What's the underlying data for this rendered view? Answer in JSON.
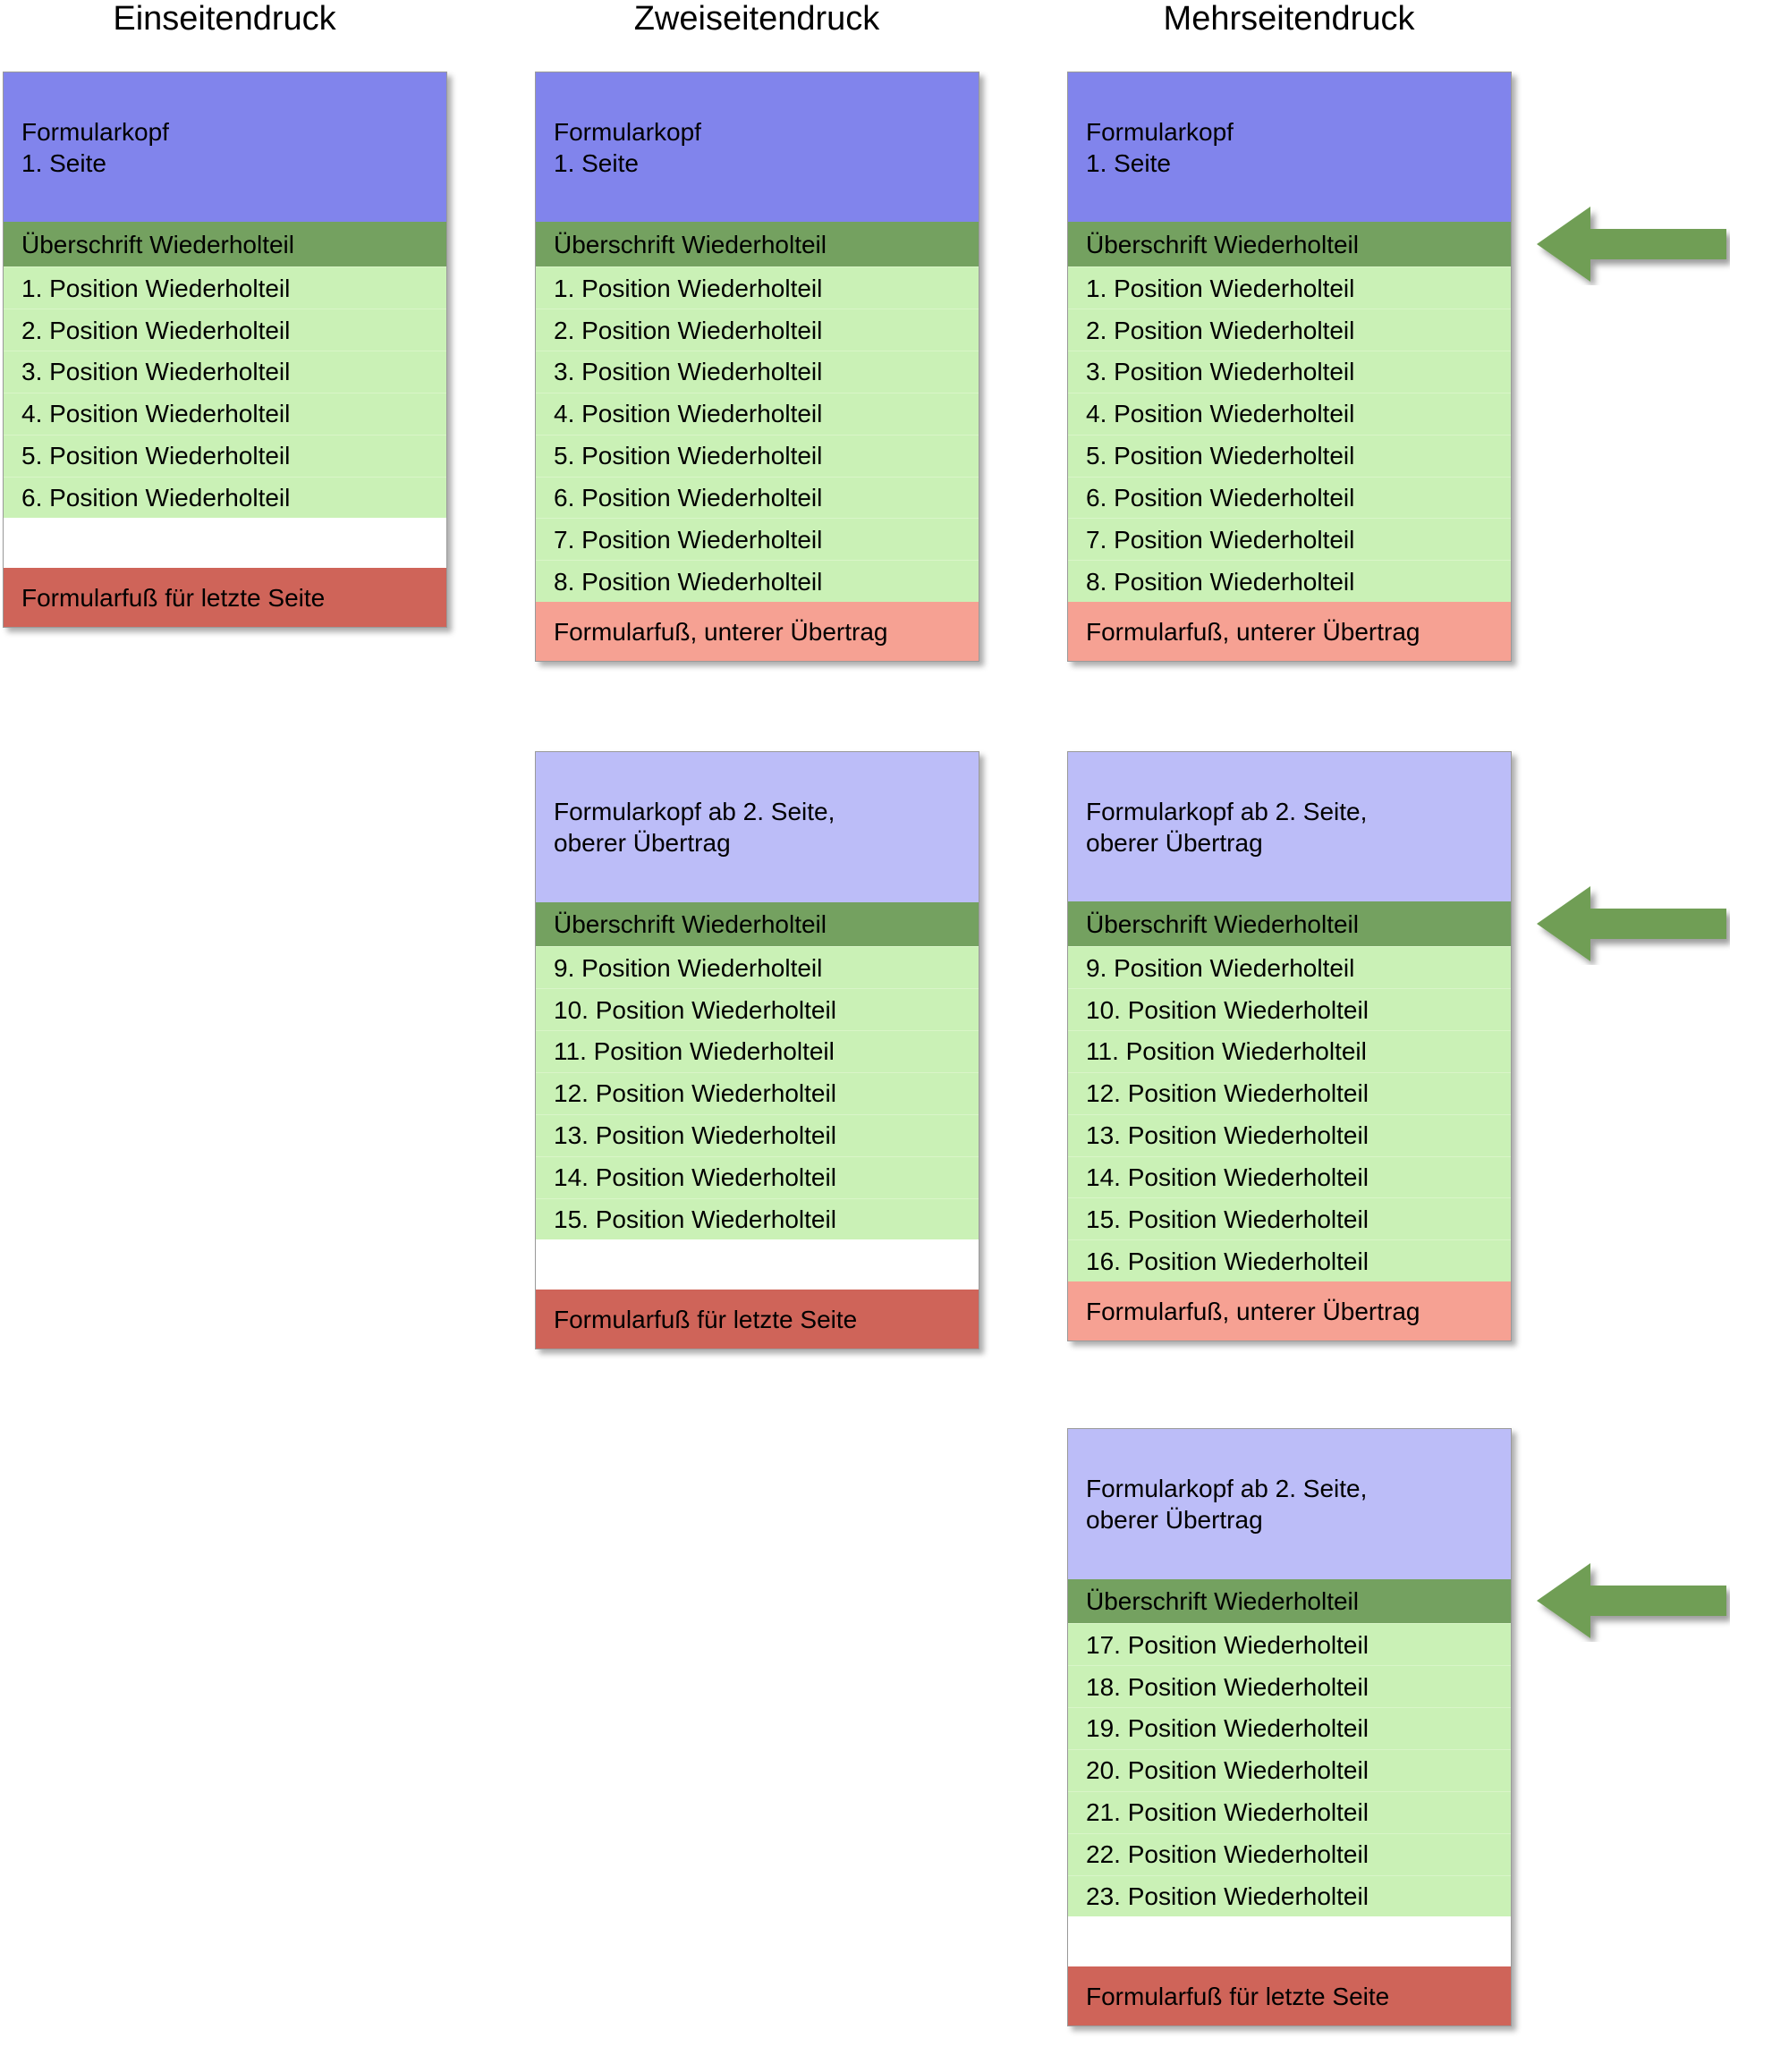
{
  "diagram": {
    "title_row": [
      {
        "label": "Einseitendruck"
      },
      {
        "label": "Zweiseitendruck"
      },
      {
        "label": "Mehrseitendruck"
      }
    ]
  },
  "labels": {
    "header_first_page": "Formularkopf\n1. Seite",
    "header_continuation": "Formularkopf ab 2. Seite,\noberer Übertrag",
    "section_heading": "Überschrift Wiederholteil",
    "footer_last_page": "Formularfuß für letzte Seite",
    "footer_carry_over": "Formularfuß, unterer Übertrag"
  },
  "colors": {
    "header_first_page": "#8184ec",
    "header_continuation": "#bcbdf8",
    "section_heading": "#74a160",
    "item_row": "#caf1b6",
    "footer_last_page": "#cf6459",
    "footer_carry_over": "#f6a193",
    "arrow": "#6f9e54",
    "page_border": "#9a9a9a"
  },
  "columns": [
    {
      "name": "einseitendruck",
      "title": "Einseitendruck",
      "pages": [
        {
          "name": "page-1",
          "header": "Formularkopf\n1. Seite",
          "header_kind": "first",
          "heading": "Überschrift Wiederholteil",
          "items": [
            "1. Position Wiederholteil",
            "2. Position Wiederholteil",
            "3. Position Wiederholteil",
            "4. Position Wiederholteil",
            "5. Position Wiederholteil",
            "6. Position Wiederholteil"
          ],
          "has_filler": true,
          "footer": "Formularfuß für letzte Seite",
          "footer_kind": "last",
          "has_arrow": false
        }
      ]
    },
    {
      "name": "zweiseitendruck",
      "title": "Zweiseitendruck",
      "pages": [
        {
          "name": "page-1",
          "header": "Formularkopf\n1. Seite",
          "header_kind": "first",
          "heading": "Überschrift Wiederholteil",
          "items": [
            "1. Position Wiederholteil",
            "2. Position Wiederholteil",
            "3. Position Wiederholteil",
            "4. Position Wiederholteil",
            "5. Position Wiederholteil",
            "6. Position Wiederholteil",
            "7. Position Wiederholteil",
            "8. Position Wiederholteil"
          ],
          "has_filler": false,
          "footer": "Formularfuß, unterer Übertrag",
          "footer_kind": "carry",
          "has_arrow": false
        },
        {
          "name": "page-2",
          "header": "Formularkopf ab 2. Seite,\noberer Übertrag",
          "header_kind": "cont",
          "heading": "Überschrift Wiederholteil",
          "items": [
            "9. Position Wiederholteil",
            "10. Position Wiederholteil",
            "11. Position Wiederholteil",
            "12. Position Wiederholteil",
            "13. Position Wiederholteil",
            "14. Position Wiederholteil",
            "15. Position Wiederholteil"
          ],
          "has_filler": true,
          "footer": "Formularfuß für letzte Seite",
          "footer_kind": "last",
          "has_arrow": false
        }
      ]
    },
    {
      "name": "mehrseitendruck",
      "title": "Mehrseitendruck",
      "pages": [
        {
          "name": "page-1",
          "header": "Formularkopf\n1. Seite",
          "header_kind": "first",
          "heading": "Überschrift Wiederholteil",
          "items": [
            "1. Position Wiederholteil",
            "2. Position Wiederholteil",
            "3. Position Wiederholteil",
            "4. Position Wiederholteil",
            "5. Position Wiederholteil",
            "6. Position Wiederholteil",
            "7. Position Wiederholteil",
            "8. Position Wiederholteil"
          ],
          "has_filler": false,
          "footer": "Formularfuß, unterer Übertrag",
          "footer_kind": "carry",
          "has_arrow": true
        },
        {
          "name": "page-2",
          "header": "Formularkopf ab 2. Seite,\noberer Übertrag",
          "header_kind": "cont",
          "heading": "Überschrift Wiederholteil",
          "items": [
            "9. Position Wiederholteil",
            "10. Position Wiederholteil",
            "11. Position Wiederholteil",
            "12. Position Wiederholteil",
            "13. Position Wiederholteil",
            "14. Position Wiederholteil",
            "15. Position Wiederholteil",
            "16. Position Wiederholteil"
          ],
          "has_filler": false,
          "footer": "Formularfuß, unterer Übertrag",
          "footer_kind": "carry",
          "has_arrow": true
        },
        {
          "name": "page-3",
          "header": "Formularkopf ab 2. Seite,\noberer Übertrag",
          "header_kind": "cont",
          "heading": "Überschrift Wiederholteil",
          "items": [
            "17. Position Wiederholteil",
            "18. Position Wiederholteil",
            "19. Position Wiederholteil",
            "20. Position Wiederholteil",
            "21. Position Wiederholteil",
            "22. Position Wiederholteil",
            "23. Position Wiederholteil"
          ],
          "has_filler": true,
          "footer": "Formularfuß für letzte Seite",
          "footer_kind": "last",
          "has_arrow": true
        }
      ]
    }
  ]
}
